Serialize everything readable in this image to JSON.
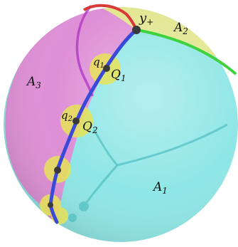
{
  "regions": [
    {
      "id": "A1",
      "name": "A",
      "sub": "1",
      "color": "#8fe6e6"
    },
    {
      "id": "A2",
      "name": "A",
      "sub": "2",
      "color": "#e2e68f"
    },
    {
      "id": "A3",
      "name": "A",
      "sub": "3",
      "color": "#de8fd6"
    }
  ],
  "labels": {
    "y_plus": {
      "name": "y",
      "sub": "+"
    },
    "q1": {
      "name": "q",
      "sub": "1"
    },
    "Q1": {
      "name": "Q",
      "sub": "1"
    },
    "q2": {
      "name": "q",
      "sub": "2"
    },
    "Q2": {
      "name": "Q",
      "sub": "2"
    }
  },
  "colors": {
    "boundary_blue": "#3a4ad8",
    "boundary_green": "#3fd23f",
    "boundary_red": "#d83a3a",
    "boundary_purple": "#b13ec6",
    "junction_teal": "#45b8b8",
    "disk_yellow": "#e7e357",
    "point_dark": "#3a3a3a"
  }
}
